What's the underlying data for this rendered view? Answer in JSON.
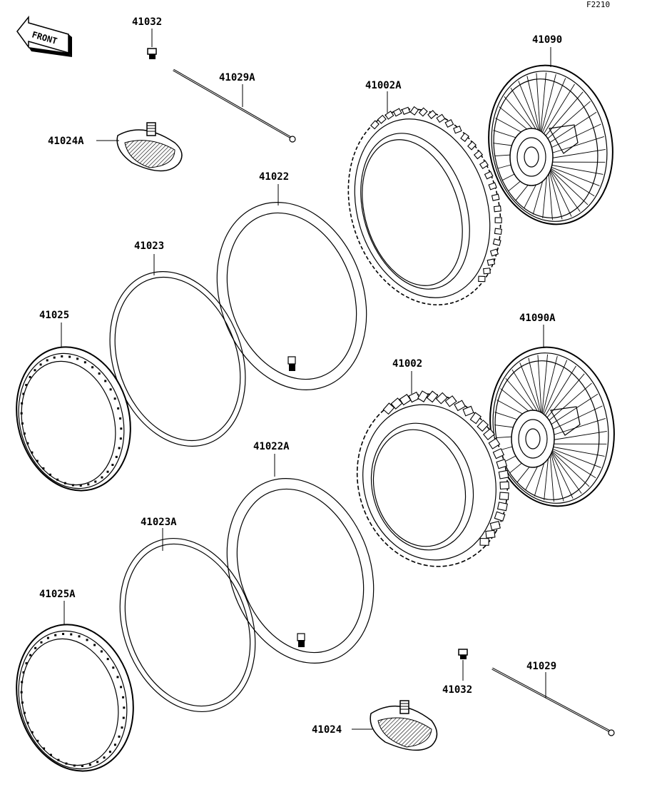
{
  "diagram_code": "F2210",
  "front_sign": "FRONT",
  "labels": {
    "valve_cap_top": "41032",
    "spoke_top": "41029A",
    "rim_band_top": "41024A",
    "tire_top": "41002A",
    "wheel_top": "41090",
    "tube_top": "41022",
    "rim_strip_top": "41023",
    "rim_top": "41025",
    "wheel_bottom": "41090A",
    "tire_bottom": "41002",
    "tube_bottom": "41022A",
    "rim_strip_bottom": "41023A",
    "rim_bottom": "41025A",
    "valve_cap_bottom": "41032",
    "spoke_bottom": "41029",
    "rim_band_bottom": "41024"
  }
}
